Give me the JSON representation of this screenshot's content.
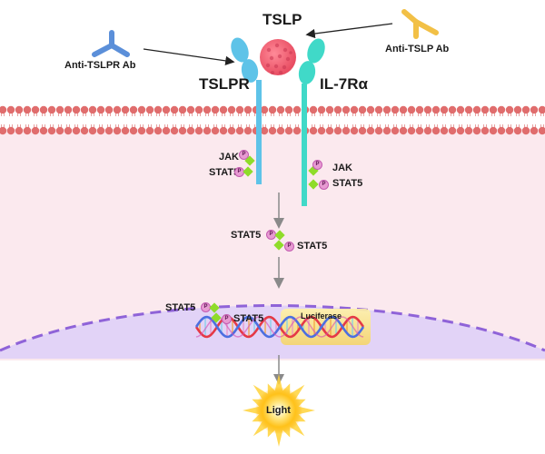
{
  "ligand": {
    "name": "TSLP",
    "color": "#f06a7b"
  },
  "receptors": {
    "left": {
      "name": "TSLPR",
      "color": "#5ec3e8"
    },
    "right": {
      "name": "IL-7Rα",
      "color": "#40d9c8"
    }
  },
  "antibodies": {
    "left": {
      "name": "Anti-TSLPR Ab",
      "color": "#5b8fd9"
    },
    "right": {
      "name": "Anti-TSLP Ab",
      "color": "#f2c046"
    }
  },
  "signaling": {
    "jak_label": "JAK",
    "stat5_label": "STAT5",
    "phospho_label": "P"
  },
  "nucleus": {
    "reporter_label": "Luciferase"
  },
  "output": {
    "label": "Light"
  },
  "colors": {
    "membrane": "#e06d6d",
    "cytoplasm": "#fbe9ee",
    "nucleus": "#e2d3f7",
    "nuclear_envelope": "#8f63d8",
    "stat": "#8fdc2a",
    "phospho": "#e79ad2",
    "dna_red": "#e53946",
    "dna_blue": "#4c6fe0",
    "arrow": "#8a8a8a"
  }
}
